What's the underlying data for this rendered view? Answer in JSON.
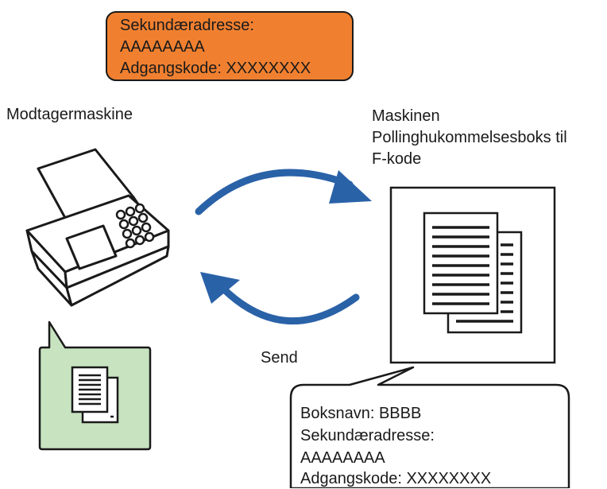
{
  "secondary_box": {
    "line1": "Sekundæradresse:",
    "line2": "AAAAAAAA",
    "line3": "Adgangskode: XXXXXXXX"
  },
  "receiver_label": "Modtagermaskine",
  "machine_label": {
    "line1": "Maskinen",
    "line2": "Pollinghukommelsesboks til",
    "line3": "F-kode"
  },
  "send_label": "Send",
  "box_bubble": {
    "line1": "Boksnavn: BBBB",
    "line2": "Sekundæradresse:",
    "line3": "AAAAAAAA",
    "line4": "Adgangskode: XXXXXXXX"
  },
  "colors": {
    "orange": "#f08030",
    "arrow_blue": "#2a62a8",
    "bubble_green": "#c7e3c0"
  }
}
